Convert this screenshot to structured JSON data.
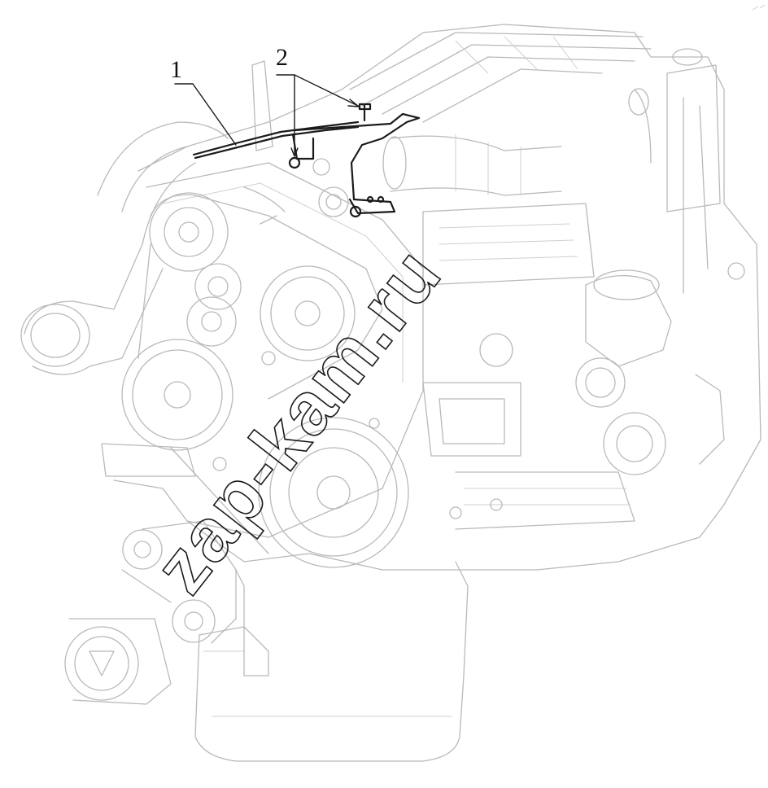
{
  "callouts": [
    {
      "id": "1",
      "label": "1"
    },
    {
      "id": "2",
      "label": "2"
    }
  ],
  "watermark": {
    "text": "zap-kam.ru"
  },
  "colors": {
    "outline": "#b9b9b9",
    "highlight_part": "#1b1b1b",
    "background": "#ffffff"
  }
}
